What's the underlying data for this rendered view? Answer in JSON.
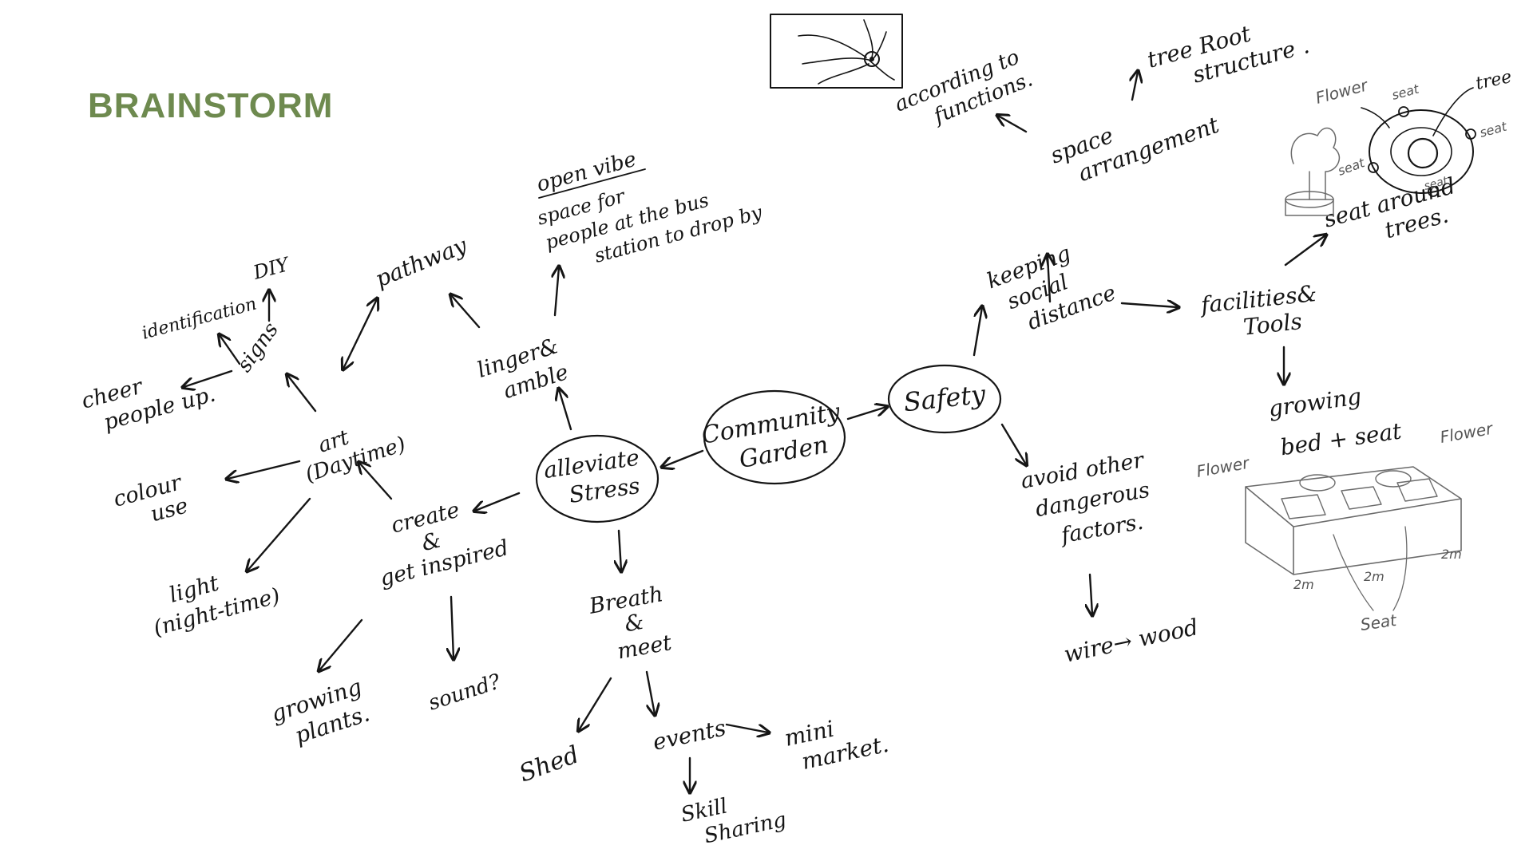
{
  "title": "BRAINSTORM",
  "colors": {
    "title": "#6e8a4f",
    "ink": "#151515",
    "pencil": "#6b6b6b"
  },
  "center": "Community Garden",
  "stress": {
    "label": [
      "alleviate",
      "Stress"
    ],
    "linger": [
      "linger&",
      "amble"
    ],
    "pathway": "pathway",
    "open_vibe": "open vibe",
    "bus_space": [
      "space for",
      "people at the bus",
      "station to drop by"
    ],
    "breath": [
      "Breath",
      "&",
      "meet"
    ],
    "shed": "Shed",
    "events": "events",
    "mini_market": [
      "mini",
      "market."
    ],
    "skill_sharing": [
      "Skill",
      "Sharing"
    ],
    "create": [
      "create",
      "&",
      "get inspired"
    ],
    "growing_plants": [
      "growing",
      "plants."
    ],
    "sound": "sound?",
    "art": [
      "art",
      "(Daytime)"
    ],
    "signs": "signs",
    "identification": "identification",
    "diy": "DIY",
    "cheer": [
      "cheer",
      "people up."
    ],
    "colour": [
      "colour",
      "use"
    ],
    "light": [
      "light",
      "(night-time)"
    ]
  },
  "safety": {
    "label": "Safety",
    "keeping": [
      "keeping",
      "social",
      "distance"
    ],
    "space_arrangement": [
      "space",
      "arrangement"
    ],
    "according": [
      "according to",
      "functions."
    ],
    "tree_root": [
      "tree Root",
      "structure ."
    ],
    "facilities": [
      "facilities&",
      "Tools"
    ],
    "seat_trees": [
      "seat around",
      "trees."
    ],
    "growing_bed": [
      "growing",
      "bed + seat"
    ],
    "avoid": [
      "avoid other",
      "dangerous",
      "factors."
    ],
    "wire_wood": "wire→ wood"
  },
  "sketch_labels": {
    "flower": "Flower",
    "seat": "seat",
    "tree": "tree",
    "dim": "2m",
    "seat_bottom": "Seat"
  }
}
